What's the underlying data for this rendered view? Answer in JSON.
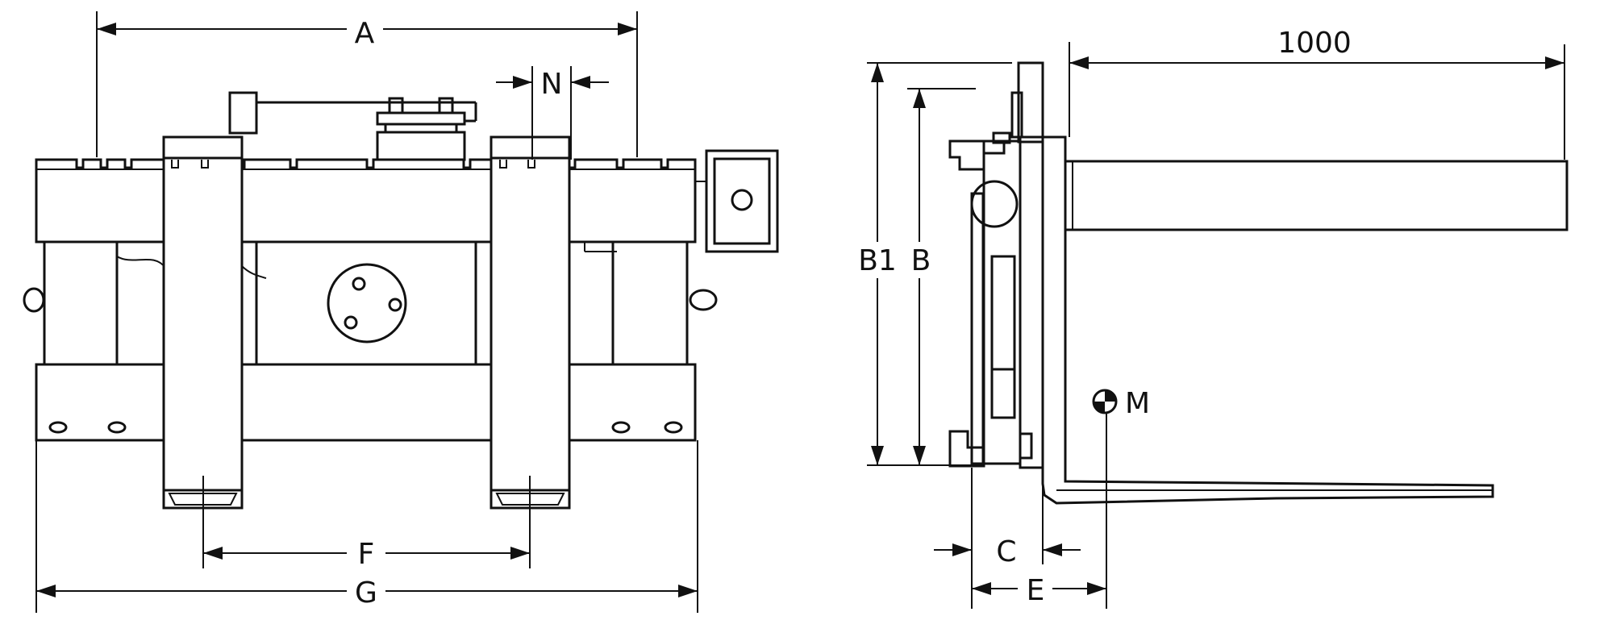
{
  "labels": {
    "a": "A",
    "n": "N",
    "f": "F",
    "g": "G",
    "b1": "B1",
    "b": "B",
    "c": "C",
    "e": "E",
    "m": "M",
    "length": "1000"
  },
  "colors": {
    "line": "#111111",
    "background": "#ffffff"
  }
}
